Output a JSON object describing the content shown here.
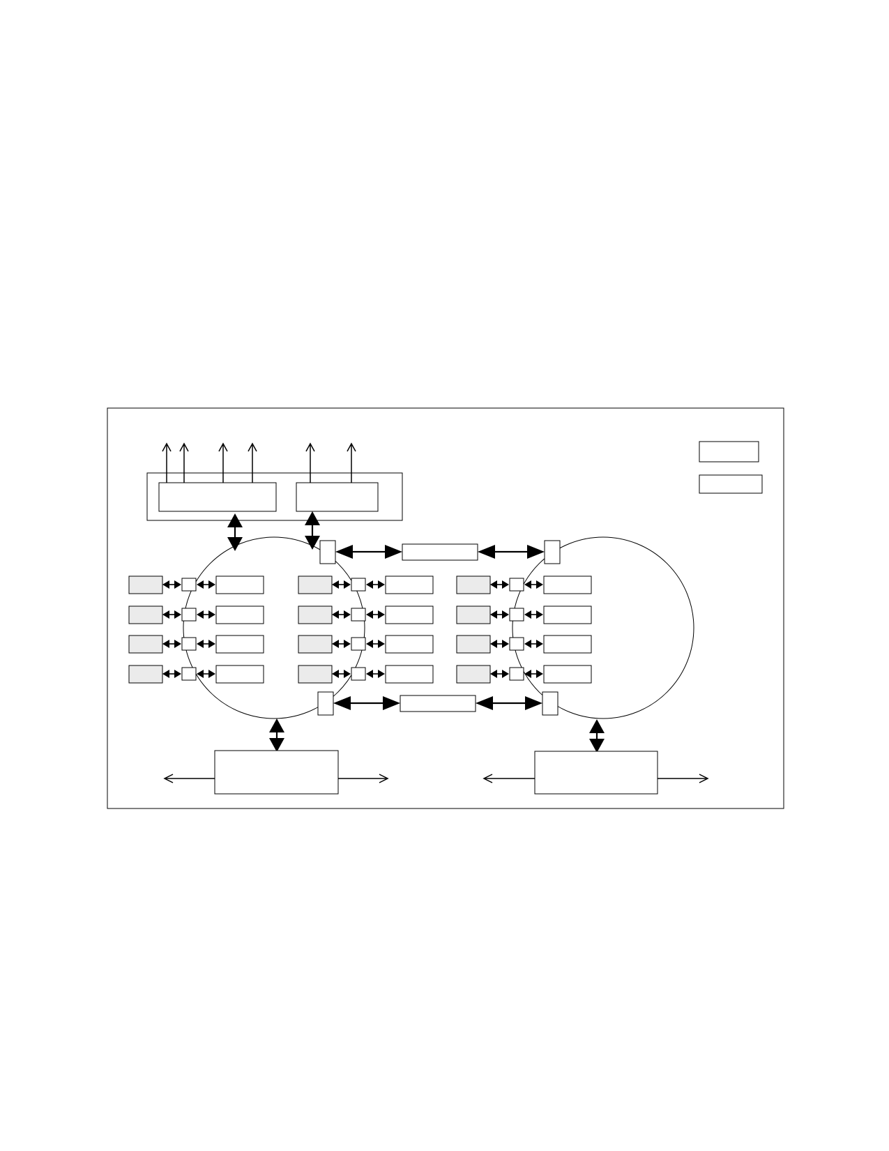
{
  "diagram": {
    "description_visible_text": "",
    "colors": {
      "stroke": "#000000",
      "background": "#ffffff",
      "shaded_block": "#ebebeb"
    },
    "structure": {
      "rings": 2,
      "bus_rows": 4,
      "bus_groups": 3,
      "top_output_arrows": 6,
      "bottom_units": 2
    }
  }
}
